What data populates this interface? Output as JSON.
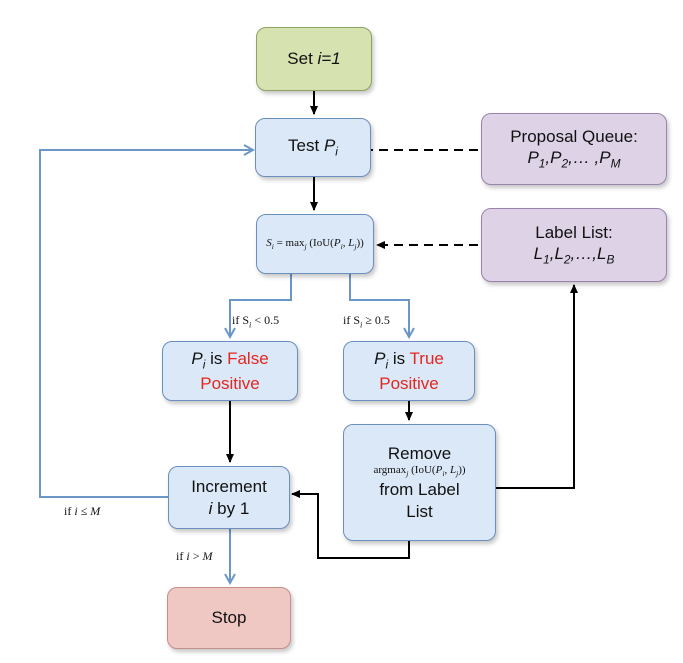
{
  "nodes": {
    "set_i": {
      "prefix": "Set ",
      "var": "i=1"
    },
    "test": {
      "prefix": "Test ",
      "var": "P",
      "sub": "i"
    },
    "queue": {
      "title": "Proposal Queue:",
      "items": "P1,P2,… ,PM"
    },
    "score": {
      "formula": "Si = maxj (IoU(Pi, Lj))"
    },
    "label_list": {
      "title": "Label List:",
      "items": "L1,L2,…,LB"
    },
    "false_pos": {
      "var": "P",
      "sub": "i",
      "is": " is ",
      "word1": "False",
      "word2": "Positive"
    },
    "true_pos": {
      "var": "P",
      "sub": "i",
      "is": " is ",
      "word1": "True",
      "word2": "Positive"
    },
    "remove": {
      "line1": "Remove",
      "formula": "argmaxj (IoU(Pi, Lj))",
      "line3": "from Label",
      "line4": "List"
    },
    "increment": {
      "line1": "Increment",
      "var": "i",
      "rest": " by 1"
    },
    "stop": {
      "label": "Stop"
    }
  },
  "edge_labels": {
    "lt": "if Si < 0.5",
    "ge": "if Si ≥ 0.5",
    "loop": "if i ≤ M",
    "exit": "if i > M"
  },
  "colors": {
    "blue_fill": "#dbe8f7",
    "green_fill": "#d6e2b0",
    "purple_fill": "#ddd2e6",
    "red_fill": "#efc8c4",
    "highlight_text": "#e4261f",
    "blue_arrow": "#6b97c8",
    "black_arrow": "#000000"
  }
}
